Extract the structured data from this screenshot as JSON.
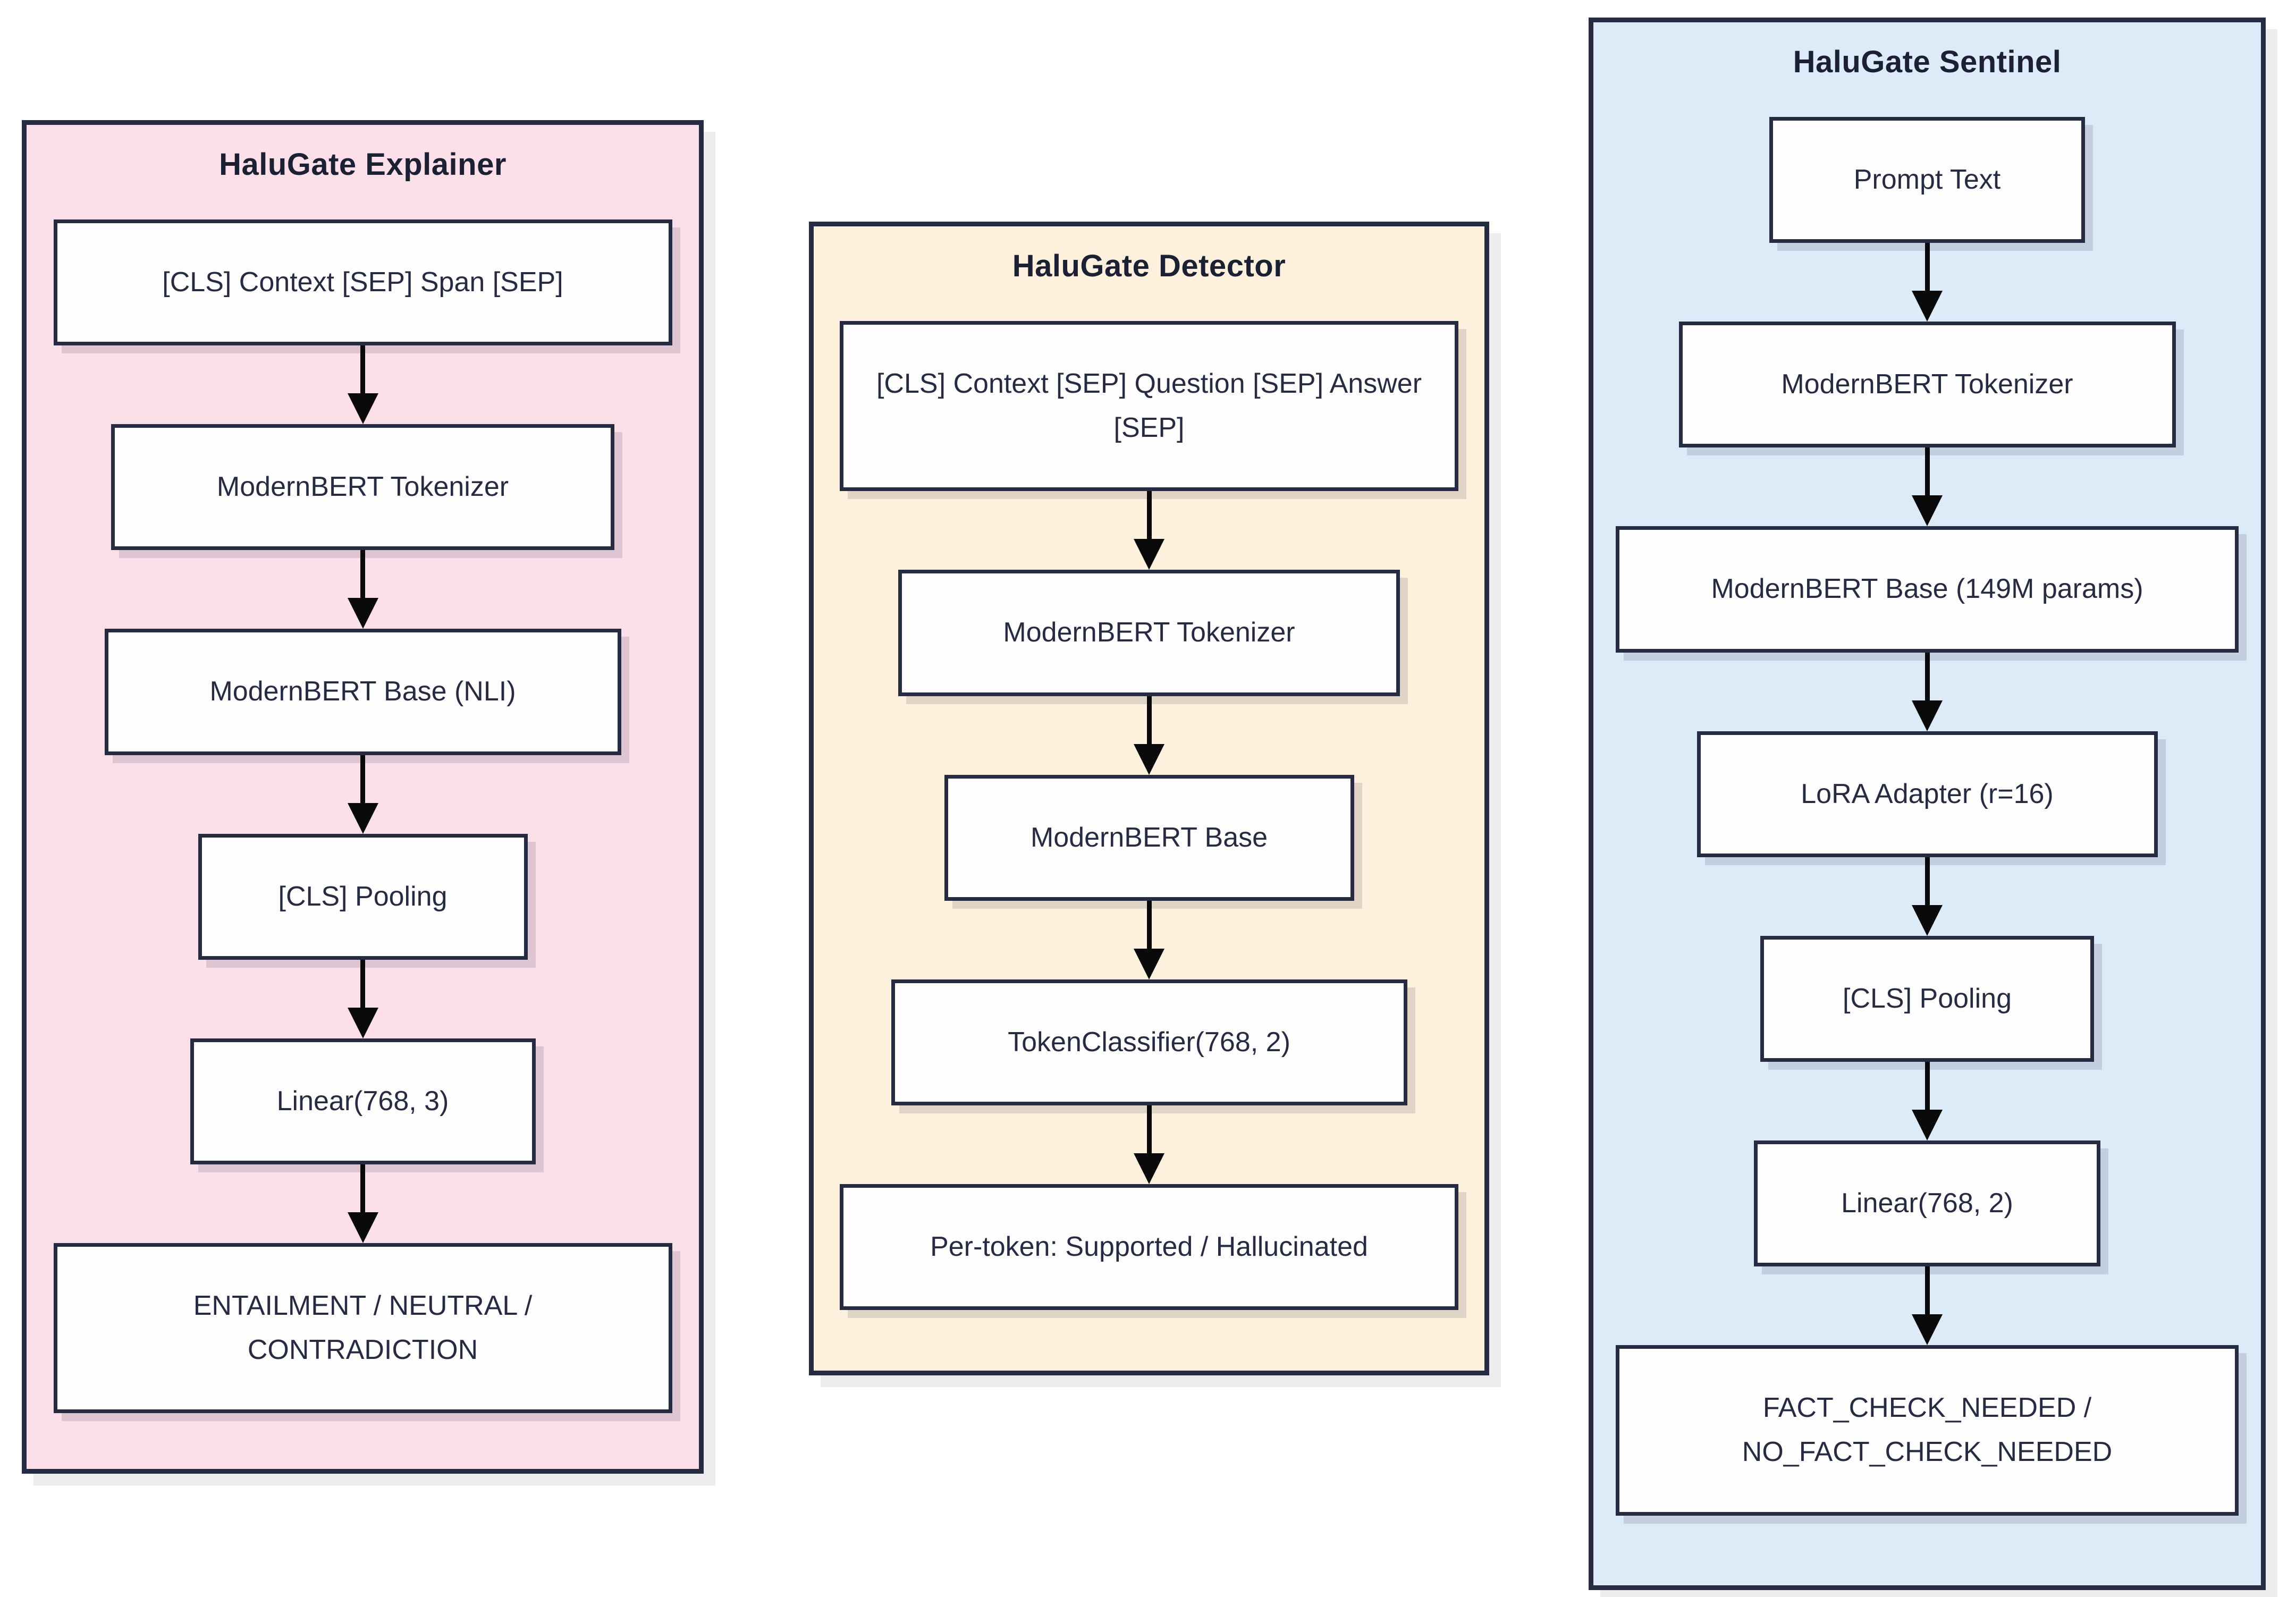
{
  "colors": {
    "explainer_bg": "#fbdfe9",
    "detector_bg": "#fdf0dc",
    "sentinel_bg": "#ddebf8",
    "panel_border": "#272b42",
    "box_bg": "#fefefe",
    "box_border": "#272b42",
    "text": "#272b42",
    "arrow": "#0a0a0a",
    "page_bg": "#ffffff"
  },
  "panels": [
    {
      "title": "HaluGate Explainer",
      "nodes": [
        {
          "label": "[CLS] Context [SEP] Span [SEP]"
        },
        {
          "label": "ModernBERT Tokenizer"
        },
        {
          "label": "ModernBERT Base (NLI)"
        },
        {
          "label": "[CLS] Pooling"
        },
        {
          "label": "Linear(768, 3)"
        },
        {
          "label": "ENTAILMENT / NEUTRAL / CONTRADICTION"
        }
      ]
    },
    {
      "title": "HaluGate Detector",
      "nodes": [
        {
          "label": "[CLS] Context [SEP] Question [SEP] Answer [SEP]"
        },
        {
          "label": "ModernBERT Tokenizer"
        },
        {
          "label": "ModernBERT Base"
        },
        {
          "label": "TokenClassifier(768, 2)"
        },
        {
          "label": "Per-token: Supported / Hallucinated"
        }
      ]
    },
    {
      "title": "HaluGate Sentinel",
      "nodes": [
        {
          "label": "Prompt Text"
        },
        {
          "label": "ModernBERT Tokenizer"
        },
        {
          "label": "ModernBERT Base (149M params)"
        },
        {
          "label": "LoRA Adapter (r=16)"
        },
        {
          "label": "[CLS] Pooling"
        },
        {
          "label": "Linear(768, 2)"
        },
        {
          "label": "FACT_CHECK_NEEDED / NO_FACT_CHECK_NEEDED"
        }
      ]
    }
  ]
}
